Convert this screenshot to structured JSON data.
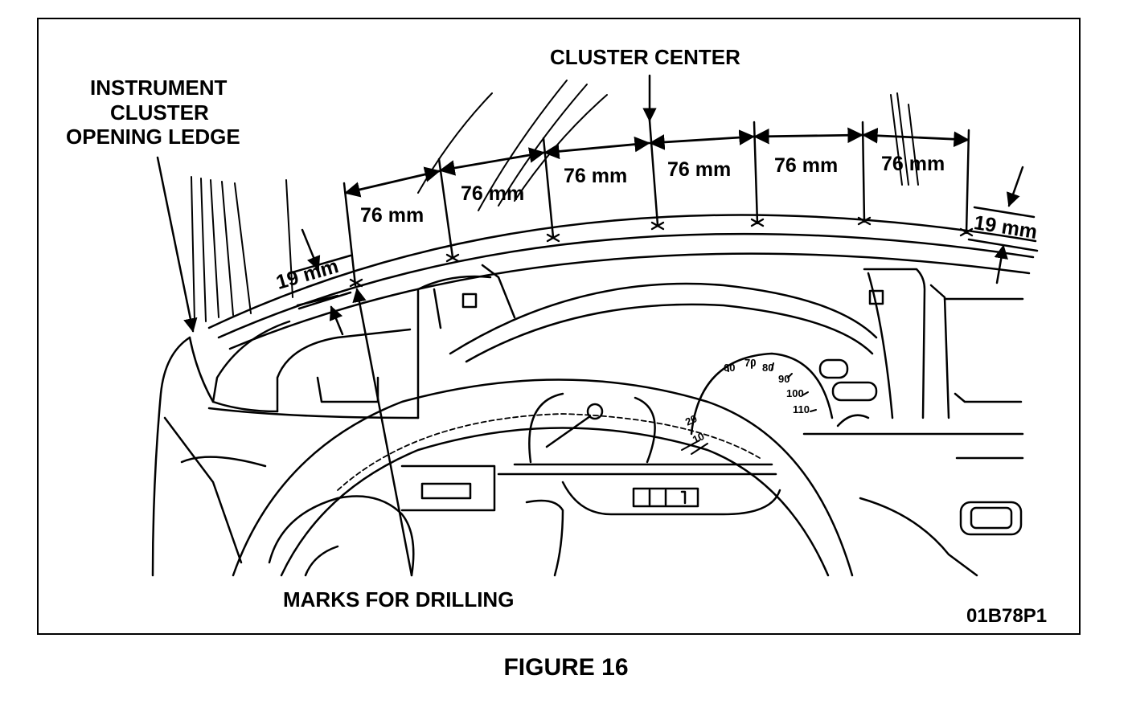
{
  "callouts": {
    "ledge_line1": "INSTRUMENT",
    "ledge_line2": "CLUSTER",
    "ledge_line3": "OPENING LEDGE",
    "cluster_center": "CLUSTER CENTER",
    "marks_for_drilling": "MARKS FOR DRILLING"
  },
  "dimensions": {
    "spacing": [
      "76 mm",
      "76 mm",
      "76 mm",
      "76 mm",
      "76 mm",
      "76 mm"
    ],
    "offset_left": "19 mm",
    "offset_right": "19 mm"
  },
  "gauge_ticks": {
    "speedo": [
      "60",
      "70",
      "80",
      "90",
      "100",
      "110"
    ],
    "small": [
      "20",
      "10"
    ]
  },
  "figure_code": "01B78P1",
  "caption": "FIGURE 16"
}
